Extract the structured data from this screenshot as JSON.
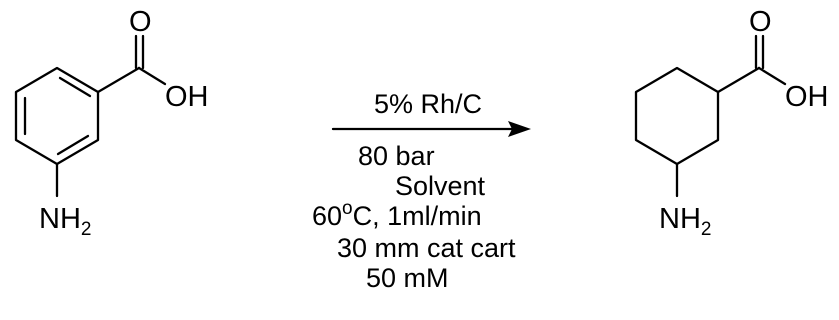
{
  "reactant": {
    "carbonyl_o": "O",
    "hydroxyl": "OH",
    "amine": "NH",
    "amine_subscript": "2"
  },
  "reagent_above_arrow": "5% Rh/C",
  "conditions": {
    "pressure": "80 bar",
    "solvent": "Solvent",
    "temp_prefix": "60",
    "temp_degree": "o",
    "temp_suffix": "C, 1ml/min",
    "cartridge": "30 mm cat cart",
    "concentration": "50 mM"
  },
  "product": {
    "carbonyl_o": "O",
    "hydroxyl": "OH",
    "amine": "NH",
    "amine_subscript": "2"
  }
}
